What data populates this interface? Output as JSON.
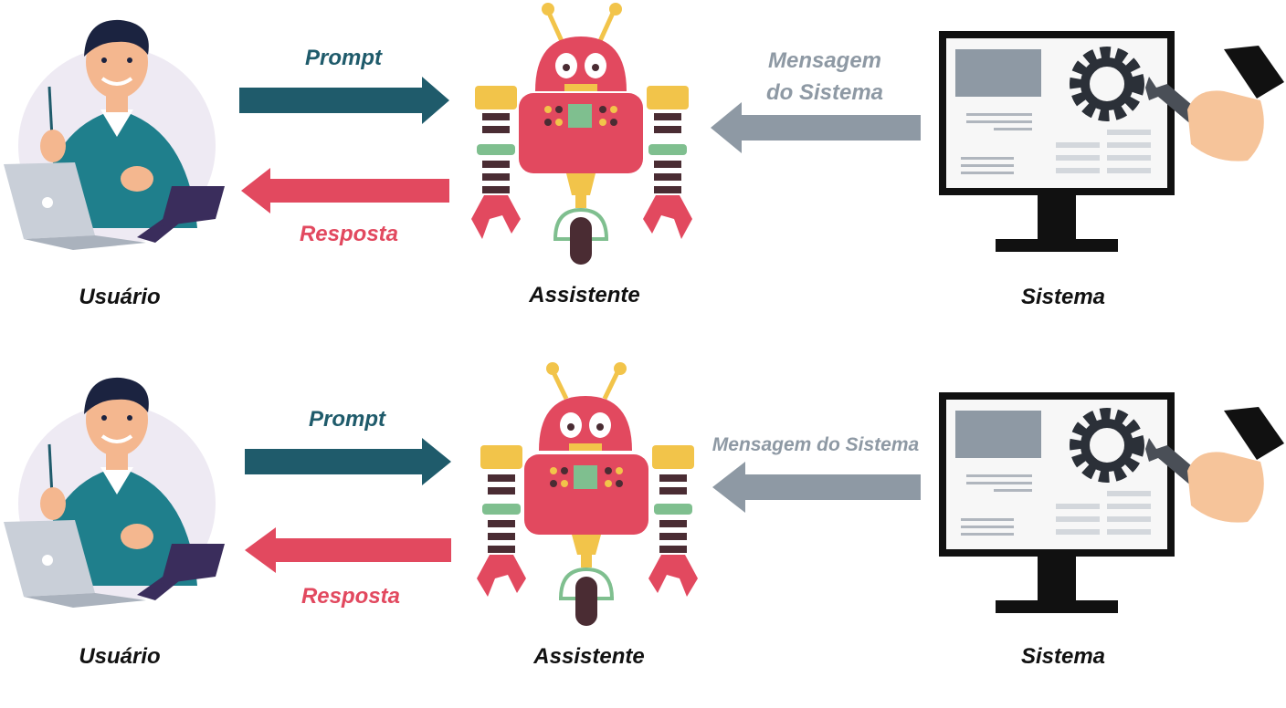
{
  "colors": {
    "prompt": "#1f5b6b",
    "response": "#e2495f",
    "system": "#8e99a4",
    "robot": "#e2495f",
    "robot_accent": "#f2c44a",
    "robot_green": "#7fbf8f",
    "robot_dark": "#4a2c33",
    "shirt": "#1f7f8c",
    "monitor": "#111111"
  },
  "panels": [
    {
      "actors": {
        "user": "Usuário",
        "assistant": "Assistente",
        "system": "Sistema"
      },
      "flows": {
        "prompt": "Prompt",
        "response": "Resposta",
        "system_message_line1": "Mensagem",
        "system_message_line2": "do Sistema"
      }
    },
    {
      "actors": {
        "user": "Usuário",
        "assistant": "Assistente",
        "system": "Sistema"
      },
      "flows": {
        "prompt": "Prompt",
        "response": "Resposta",
        "system_message": "Mensagem do Sistema"
      }
    }
  ],
  "icons": [
    "user-illustration",
    "laptop-icon",
    "robot-illustration",
    "monitor-icon",
    "gear-icon",
    "wrench-icon",
    "hand-icon"
  ]
}
